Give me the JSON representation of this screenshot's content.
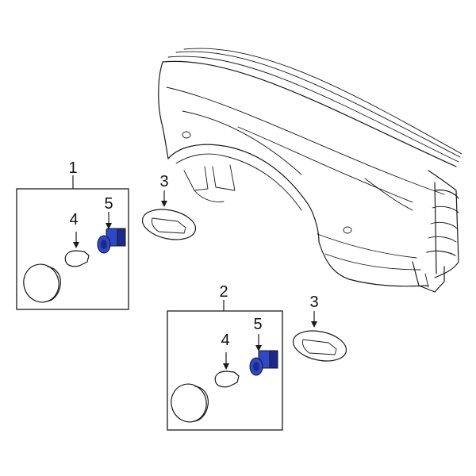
{
  "diagram": {
    "callouts": {
      "kit_left": "1",
      "kit_right": "2",
      "lens_upper": "3",
      "lens_lower": "3",
      "bulb_left": "4",
      "bulb_right": "5",
      "bulb_left_box2": "4",
      "socket_box2": "5"
    },
    "colors": {
      "line": "#1a1a1a",
      "socket_fill": "#2f47c9",
      "socket_shadow": "#1c2b8a",
      "background": "#ffffff"
    },
    "parts": [
      {
        "id": "1",
        "name": "side-marker-lamp-assembly"
      },
      {
        "id": "2",
        "name": "side-marker-lamp-assembly"
      },
      {
        "id": "3",
        "name": "lens-gasket"
      },
      {
        "id": "4",
        "name": "bulb"
      },
      {
        "id": "5",
        "name": "socket"
      }
    ]
  }
}
